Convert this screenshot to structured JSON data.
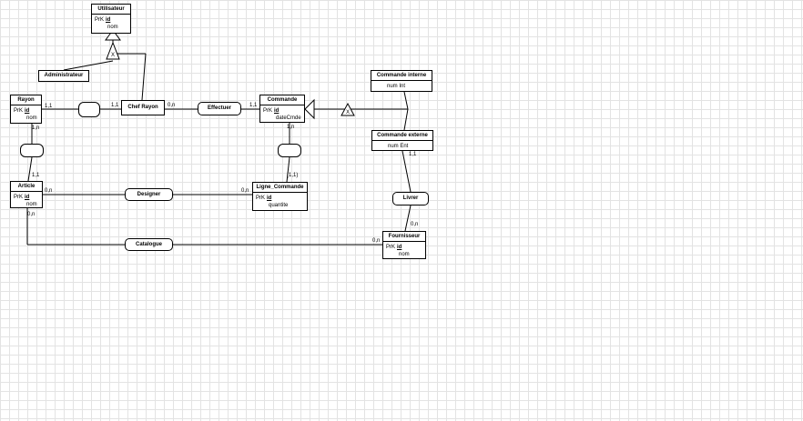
{
  "entities": {
    "utilisateur": {
      "title": "Utilisateur",
      "pk": "PrK",
      "key": "id",
      "attrs": [
        "nom"
      ]
    },
    "administrateur": {
      "title": "Administrateur"
    },
    "rayon": {
      "title": "Rayon",
      "pk": "PrK",
      "key": "id",
      "attrs": [
        "nom"
      ]
    },
    "chef_rayon": {
      "title": "Chef Rayon"
    },
    "commande": {
      "title": "Commande",
      "pk": "PrK",
      "key": "id",
      "attrs": [
        "dateCmde"
      ]
    },
    "commande_interne": {
      "title": "Commande interne",
      "attrs": [
        "num Int"
      ]
    },
    "commande_externe": {
      "title": "Commande externe",
      "attrs": [
        "num Ent"
      ]
    },
    "article": {
      "title": "Article",
      "pk": "PrK",
      "key": "id",
      "attrs": [
        "nom"
      ]
    },
    "ligne_commande": {
      "title": "Ligne_Commande",
      "pk": "PrK",
      "key": "id",
      "attrs": [
        "quantite"
      ]
    },
    "fournisseur": {
      "title": "Fournisseur",
      "pk": "PrK",
      "key": "id",
      "attrs": [
        "nom"
      ]
    }
  },
  "associations": {
    "effectuer": "Effectuer",
    "designer": "Designer",
    "catalogue": "Catalogue",
    "livrer": "Livrer",
    "rayon_chef": "",
    "rayon_article": "",
    "commande_ligne": ""
  },
  "inheritance_marks": {
    "utilisateur": "X",
    "commande": "X"
  },
  "cardinalities": {
    "rayon_chef_left": "1,1",
    "rayon_chef_right": "1,1",
    "effectuer_chef": "0,n",
    "effectuer_cmd": "1,1",
    "rayon_art_top": "1,n",
    "rayon_art_bottom": "1,1",
    "cmd_ligne_top": "1,n",
    "cmd_ligne_bottom": "(1,1)",
    "designer_article": "0,n",
    "designer_ligne": "0,n",
    "catalogue_article": "0,n",
    "catalogue_fourn": "0,n",
    "livrer_ext": "1,1",
    "livrer_fourn": "0,n"
  }
}
